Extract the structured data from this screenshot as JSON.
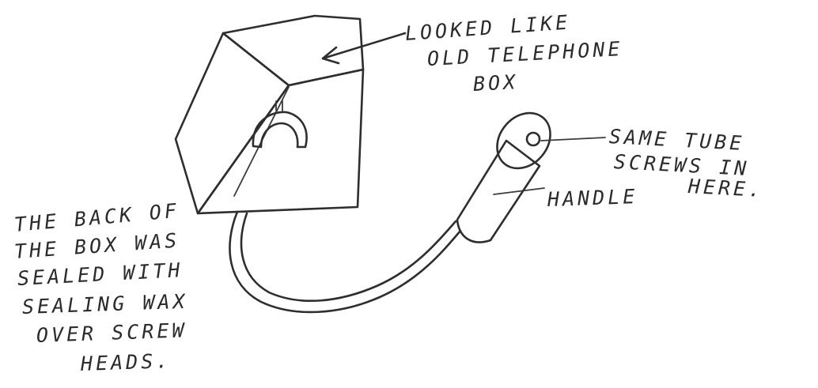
{
  "labels": {
    "box_line1": "LOOKED LIKE",
    "box_line2": "OLD TELEPHONE",
    "box_line3": "BOX",
    "tube_line1": "SAME TUBE",
    "tube_line2": "SCREWS IN",
    "tube_line3": "HERE.",
    "handle": "HANDLE",
    "back_line1": "THE BACK OF",
    "back_line2": "THE BOX WAS",
    "back_line3": "SEALED WITH",
    "back_line4": "SEALING WAX",
    "back_line5": "OVER SCREW",
    "back_line6": "HEADS."
  }
}
